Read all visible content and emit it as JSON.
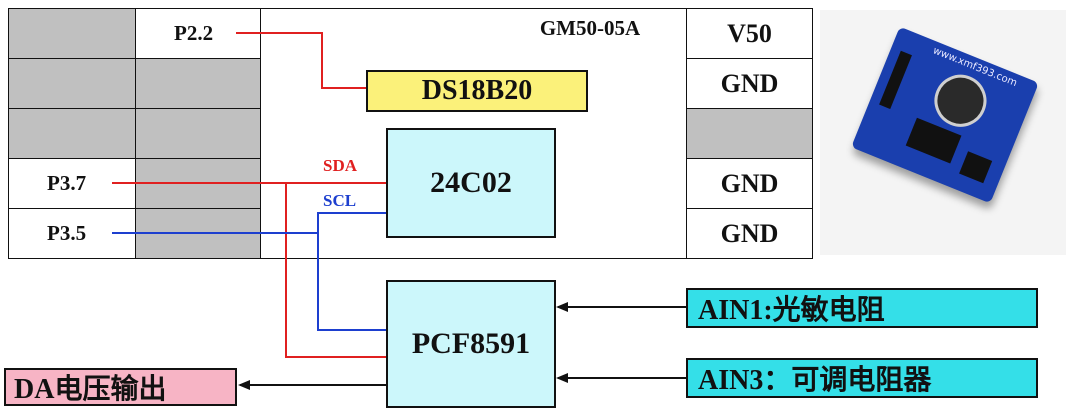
{
  "header": {
    "module_name": "GM50-05A"
  },
  "pins": {
    "p22": "P2.2",
    "p37": "P3.7",
    "p35": "P3.5"
  },
  "right_column": [
    "V50",
    "GND",
    "",
    "GND",
    "GND"
  ],
  "chips": {
    "ds18b20": "DS18B20",
    "eeprom": "24C02",
    "adc": "PCF8591"
  },
  "signals": {
    "sda": "SDA",
    "scl": "SCL"
  },
  "inputs": {
    "ain1": "AIN1:光敏电阻",
    "ain3": "AIN3：可调电阻器"
  },
  "output": {
    "da": "DA电压输出"
  },
  "photo": {
    "board_text": "www.xmf393.com"
  },
  "colors": {
    "wire_red": "#e02020",
    "wire_blue": "#1d3fcf",
    "wire_black": "#111111",
    "chip_fill": "#ccf7fb",
    "ds18b20_fill": "#fbf17a",
    "input_tag_fill": "#34dfe8",
    "output_tag_fill": "#f7b4c5",
    "pcb_blue": "#1a3fae"
  }
}
